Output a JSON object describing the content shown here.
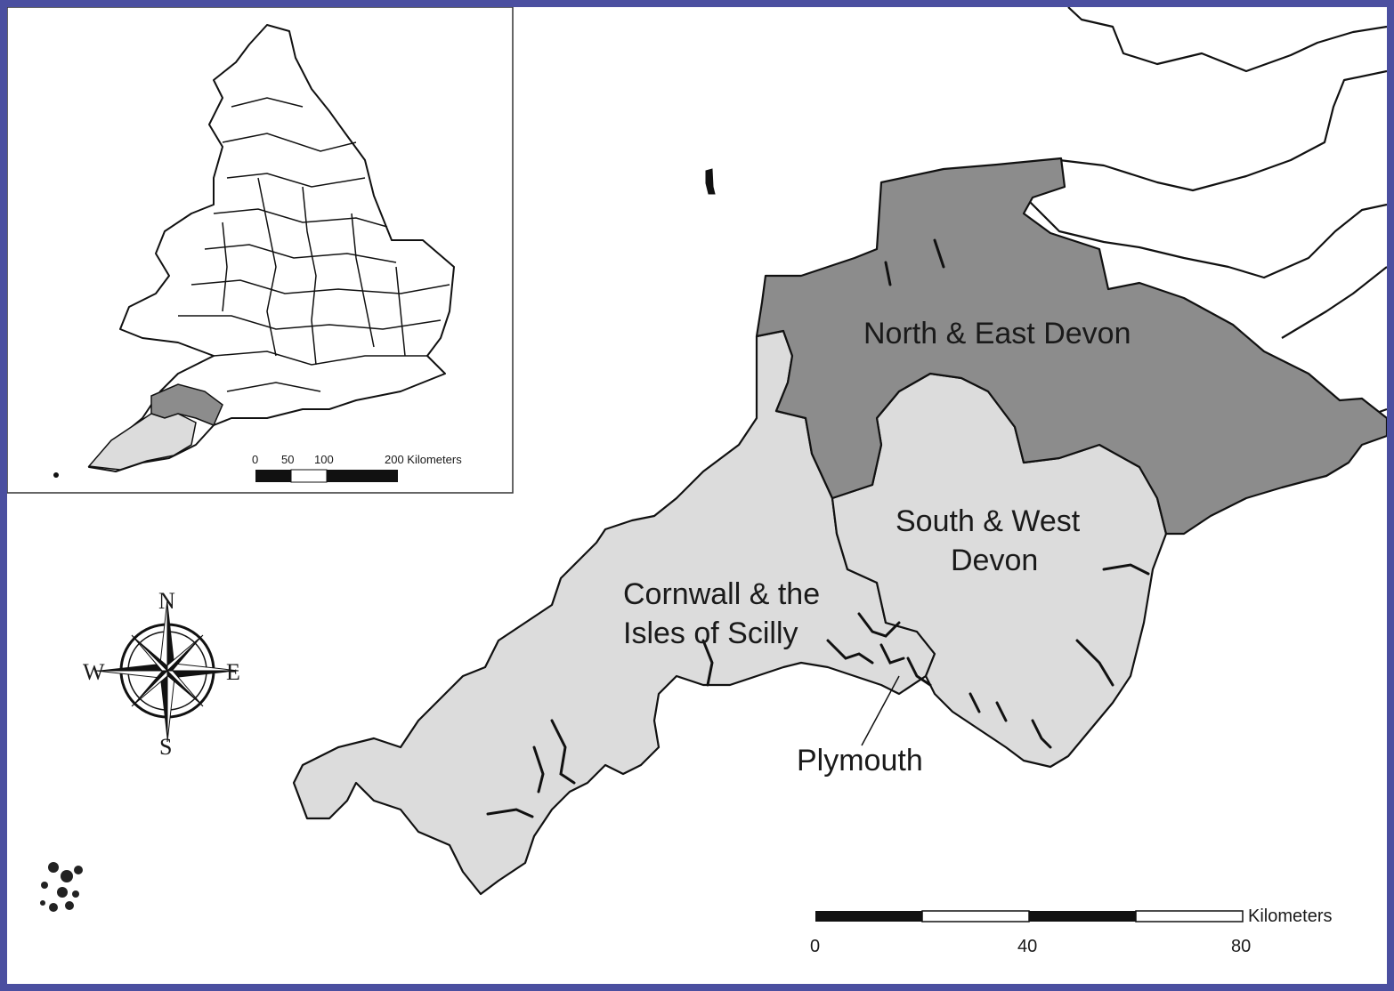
{
  "regions": {
    "north_east_devon": {
      "label": "North & East Devon",
      "color": "#8c8c8c"
    },
    "south_west_devon": {
      "label_line1": "South & West",
      "label_line2": "Devon",
      "color": "#dcdcdc"
    },
    "cornwall": {
      "label_line1": "Cornwall & the",
      "label_line2": "Isles of Scilly",
      "color": "#dcdcdc"
    },
    "plymouth": {
      "label": "Plymouth"
    }
  },
  "scale_bar": {
    "unit": "Kilometers",
    "ticks": [
      "0",
      "40",
      "80"
    ]
  },
  "inset_scale_bar": {
    "ticks": [
      "0",
      "50",
      "100"
    ],
    "end_label": "200 Kilometers"
  },
  "compass": {
    "n": "N",
    "s": "S",
    "e": "E",
    "w": "W"
  },
  "colors": {
    "frame": "#4b4fa0",
    "outline": "#111111",
    "dark_region": "#8c8c8c",
    "light_region": "#dcdcdc"
  }
}
